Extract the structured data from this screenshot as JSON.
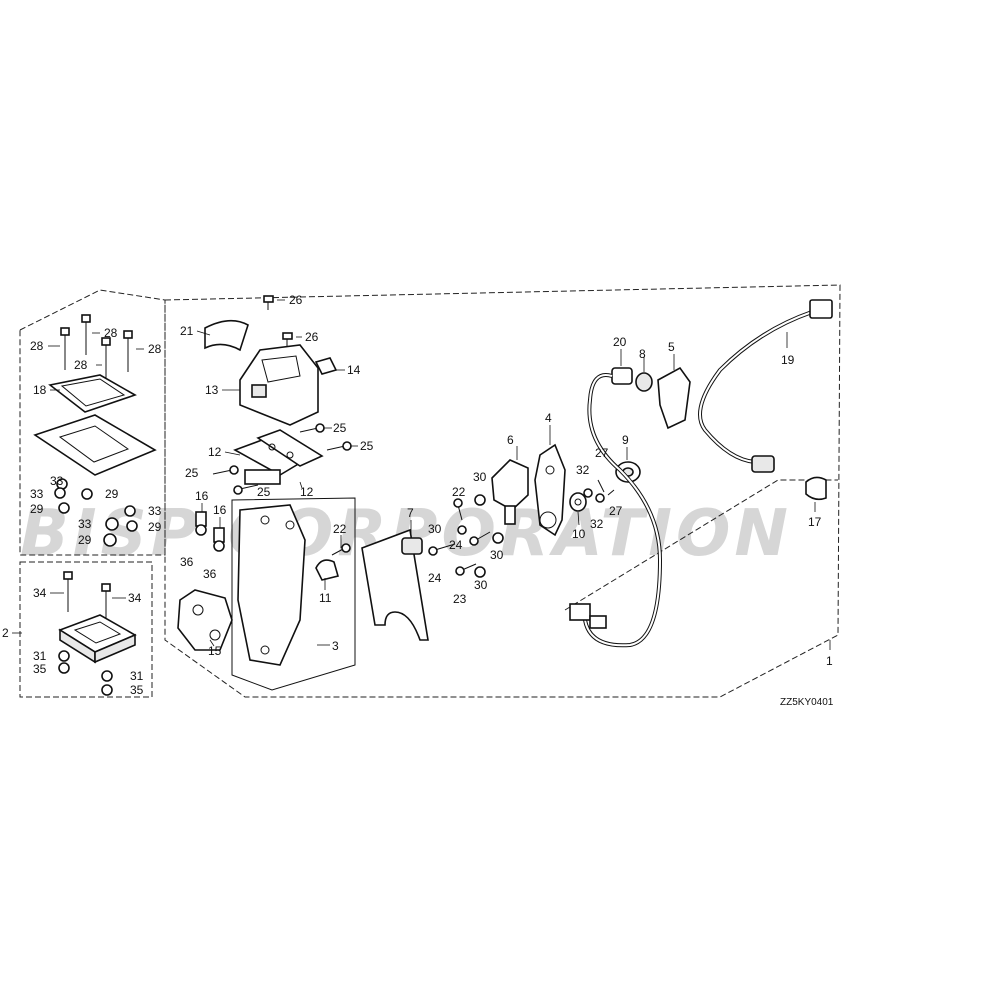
{
  "watermark": "BISP CORPORATION",
  "diagram_code": "ZZ5KY0401",
  "callouts": [
    "1",
    "2",
    "3",
    "4",
    "5",
    "6",
    "7",
    "8",
    "9",
    "10",
    "11",
    "12",
    "13",
    "14",
    "15",
    "16",
    "17",
    "18",
    "19",
    "20",
    "21",
    "22",
    "23",
    "24",
    "25",
    "26",
    "27",
    "28",
    "29",
    "30",
    "31",
    "32",
    "33",
    "34",
    "35",
    "36"
  ]
}
